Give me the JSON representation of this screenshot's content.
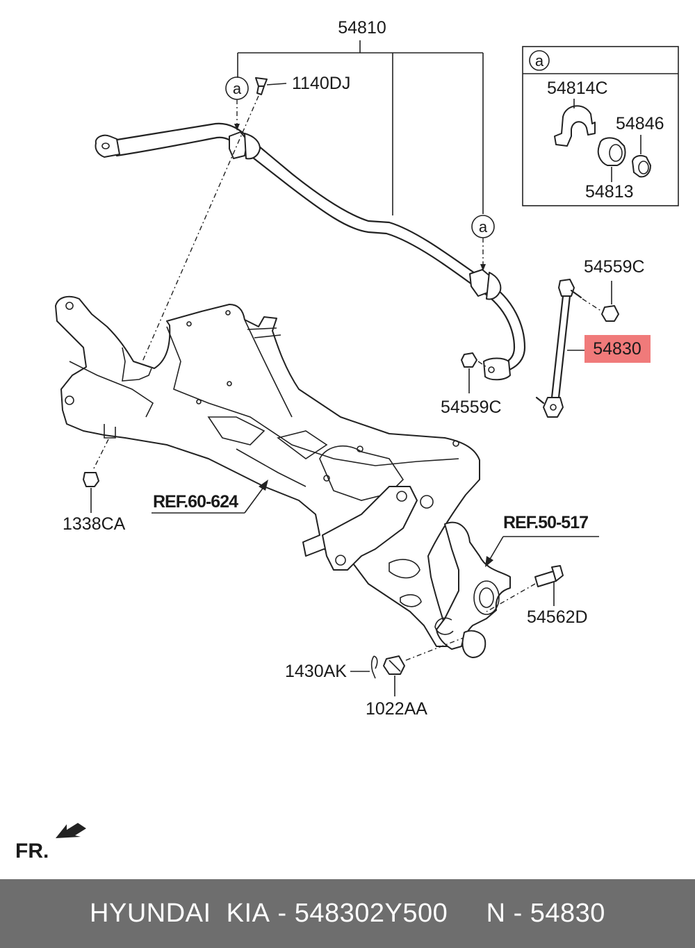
{
  "labels": {
    "p54810": "54810",
    "p1140DJ": "1140DJ",
    "p54814C": "54814C",
    "p54846": "54846",
    "p54813": "54813",
    "p54559C_top": "54559C",
    "p54830": "54830",
    "p54559C_bottom": "54559C",
    "p1338CA": "1338CA",
    "ref_60_624": "REF.60-624",
    "ref_50_517": "REF.50-517",
    "p54562D": "54562D",
    "p1430AK": "1430AK",
    "p1022AA": "1022AA",
    "fr": "FR."
  },
  "callout_letter": "a",
  "highlight_color": "#f07a7a",
  "footer": {
    "brand": "HYUNDAI  KIA",
    "separator": " - ",
    "part_number": "548302Y500",
    "ref_text": "N - 54830"
  }
}
